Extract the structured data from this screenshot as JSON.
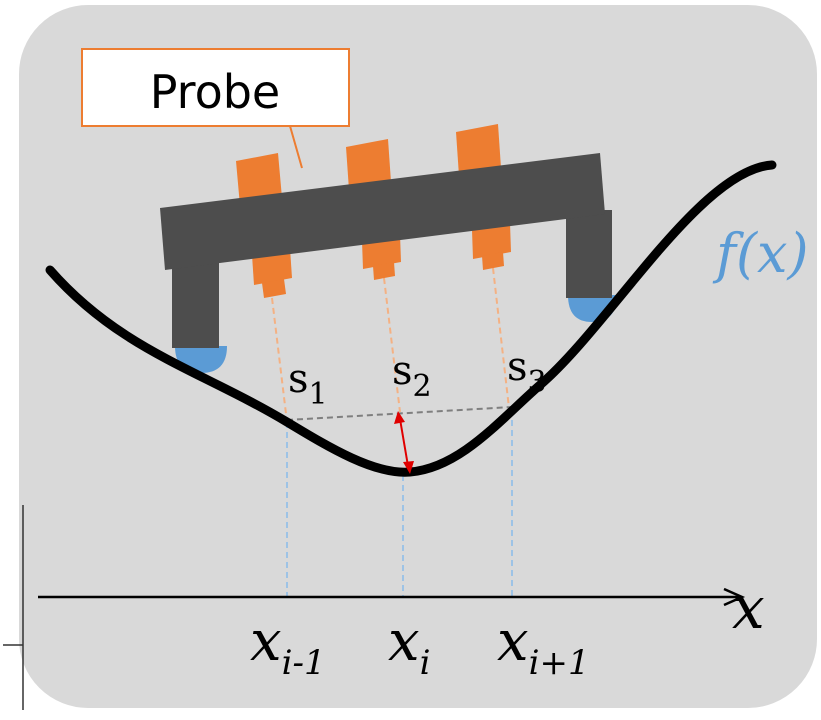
{
  "labels": {
    "probe": "Probe",
    "function": "f(x)",
    "x_axis": "x",
    "s1_main": "s",
    "s1_sub": "1",
    "s2_main": "s",
    "s2_sub": "2",
    "s3_main": "s",
    "s3_sub": "3",
    "x_prev_main": "x",
    "x_prev_sub": "i-1",
    "x_cur_main": "x",
    "x_cur_sub": "i",
    "x_next_main": "x",
    "x_next_sub": "i+1"
  },
  "colors": {
    "panel": "#d9d9d9",
    "beam": "#4d4d4d",
    "probe": "#ed7d31",
    "foot": "#5b9bd5",
    "function_label": "#5b9bd5",
    "guide_orange": "#f4b183",
    "guide_blue": "#9dc3e6",
    "arrow": "#e00000"
  }
}
